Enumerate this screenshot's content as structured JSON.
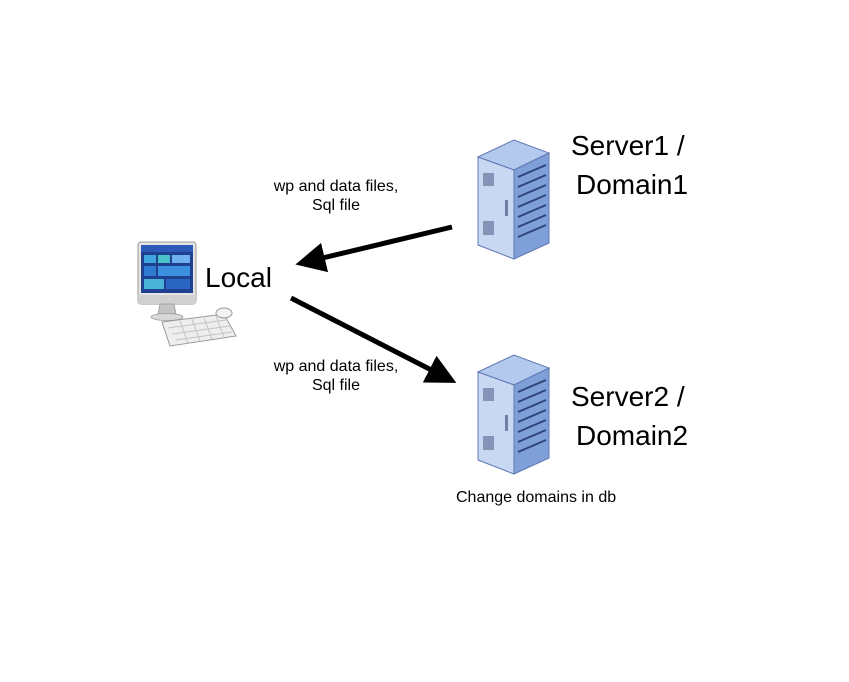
{
  "nodes": {
    "local": {
      "label": "Local",
      "icon": "desktop-computer-icon"
    },
    "server1": {
      "label_line1": "Server1 /",
      "label_line2": "Domain1",
      "icon": "server-rack-icon"
    },
    "server2": {
      "label_line1": "Server2 /",
      "label_line2": "Domain2",
      "icon": "server-rack-icon",
      "note": "Change domains in  db"
    }
  },
  "edges": [
    {
      "from": "server1",
      "to": "local",
      "label_line1": "wp and data files,",
      "label_line2": "Sql file"
    },
    {
      "from": "local",
      "to": "server2",
      "label_line1": "wp and data files,",
      "label_line2": "Sql file"
    }
  ],
  "colors": {
    "server_front": "#c8d8f2",
    "server_side": "#7f9fd8",
    "server_top": "#b4c9ee",
    "arrow": "#000000"
  }
}
